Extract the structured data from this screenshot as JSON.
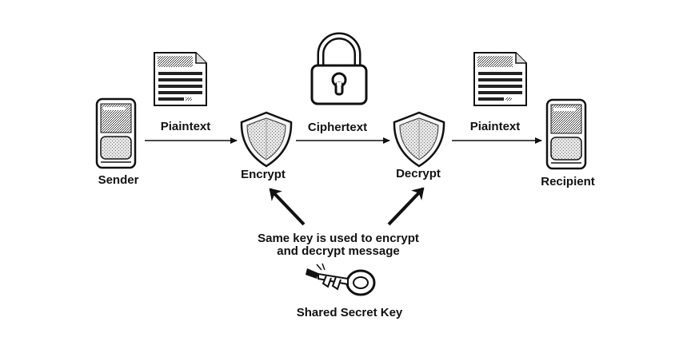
{
  "nodes": {
    "sender": "Sender",
    "encrypt": "Encrypt",
    "decrypt": "Decrypt",
    "recipient": "Recipient"
  },
  "edges": {
    "plaintext_left": "Piaintext",
    "ciphertext": "Ciphertext",
    "plaintext_right": "Piaintext"
  },
  "note": {
    "line1": "Same key is used to encrypt",
    "line2": "and decrypt message"
  },
  "key_label": "Shared Secret Key",
  "icons": [
    "computer-icon",
    "document-icon",
    "shield-icon",
    "padlock-icon",
    "key-icon"
  ],
  "colors": {
    "ink": "#111111",
    "dither": "#555555",
    "background": "#ffffff"
  }
}
